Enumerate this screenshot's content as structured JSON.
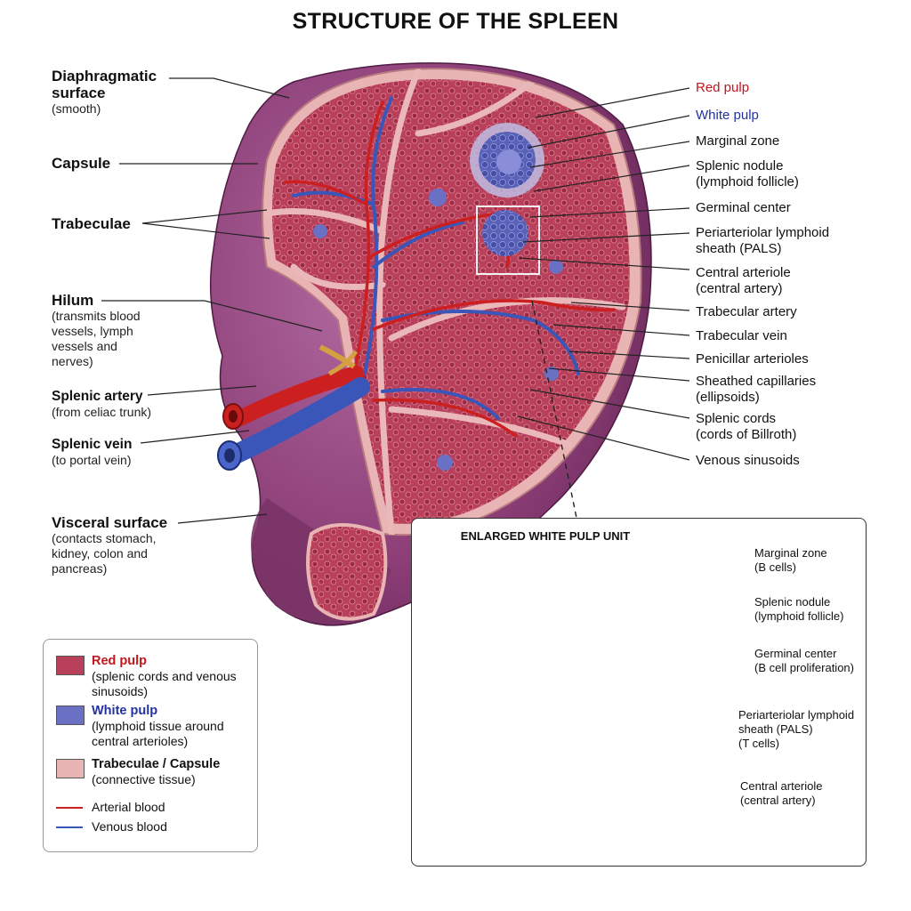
{
  "title": "STRUCTURE OF THE SPLEEN",
  "left_labels": {
    "diaphragmatic": {
      "line1": "Diaphragmatic",
      "line2": "surface",
      "note": "(smooth)"
    },
    "capsule": {
      "main": "Capsule"
    },
    "trabeculae": {
      "main": "Trabeculae"
    },
    "hilum": {
      "main": "Hilum",
      "n1": "(transmits blood",
      "n2": "vessels, lymph",
      "n3": "vessels and",
      "n4": "nerves)"
    },
    "splenic_artery": {
      "main": "Splenic artery",
      "note": "(from celiac trunk)"
    },
    "splenic_vein": {
      "main": "Splenic vein",
      "note": "(to portal vein)"
    },
    "visceral": {
      "main": "Visceral surface",
      "n1": "(contacts stomach,",
      "n2": "kidney, colon and",
      "n3": "pancreas)"
    }
  },
  "right_labels": [
    {
      "l1": "Red pulp",
      "l2": "",
      "color": "#c0161c"
    },
    {
      "l1": "White pulp",
      "l2": "",
      "color": "#2332a0"
    },
    {
      "l1": "Marginal zone",
      "l2": "",
      "color": "#111111"
    },
    {
      "l1": "Splenic nodule",
      "l2": "(lymphoid follicle)",
      "color": "#111111"
    },
    {
      "l1": "Germinal center",
      "l2": "",
      "color": "#111111"
    },
    {
      "l1": "Periarteriolar lymphoid",
      "l2": "sheath (PALS)",
      "color": "#111111"
    },
    {
      "l1": "Central arteriole",
      "l2": "(central artery)",
      "color": "#111111"
    },
    {
      "l1": "Trabecular artery",
      "l2": "",
      "color": "#111111"
    },
    {
      "l1": "Trabecular vein",
      "l2": "",
      "color": "#111111"
    },
    {
      "l1": "Penicillar arterioles",
      "l2": "",
      "color": "#111111"
    },
    {
      "l1": "Sheathed capillaries",
      "l2": "(ellipsoids)",
      "color": "#111111"
    },
    {
      "l1": "Splenic cords",
      "l2": "(cords of Billroth)",
      "color": "#111111"
    },
    {
      "l1": "Venous sinusoids",
      "l2": "",
      "color": "#111111"
    }
  ],
  "legend": {
    "red_pulp": {
      "t1": "Red pulp",
      "t2": "(splenic cords and venous",
      "t3": "sinusoids)"
    },
    "white_pulp": {
      "t1": "White pulp",
      "t2": "(lymphoid tissue around",
      "t3": "central arterioles)"
    },
    "trabeculae": {
      "t1": "Trabeculae / Capsule",
      "t2": "(connective tissue)"
    },
    "arterial": "Arterial blood",
    "venous": "Venous blood"
  },
  "inset": {
    "title": "ENLARGED WHITE PULP UNIT",
    "marginal": {
      "l1": "Marginal zone",
      "l2": "(B cells)"
    },
    "nodule": {
      "l1": "Splenic nodule",
      "l2": "(lymphoid follicle)"
    },
    "germinal": {
      "l1": "Germinal center",
      "l2": "(B cell proliferation)"
    },
    "pals": {
      "l1": "Periarteriolar lymphoid",
      "l2": "sheath (PALS)",
      "l3": "(T cells)"
    },
    "central": {
      "l1": "Central arteriole",
      "l2": "(central artery)"
    }
  },
  "colors": {
    "organ": "#8e3f78",
    "red_pulp": "#b8405a",
    "white_pulp": "#6a70c4",
    "capsule": "#e8b4b4",
    "artery": "#cc2020",
    "vein": "#3a56b8"
  }
}
